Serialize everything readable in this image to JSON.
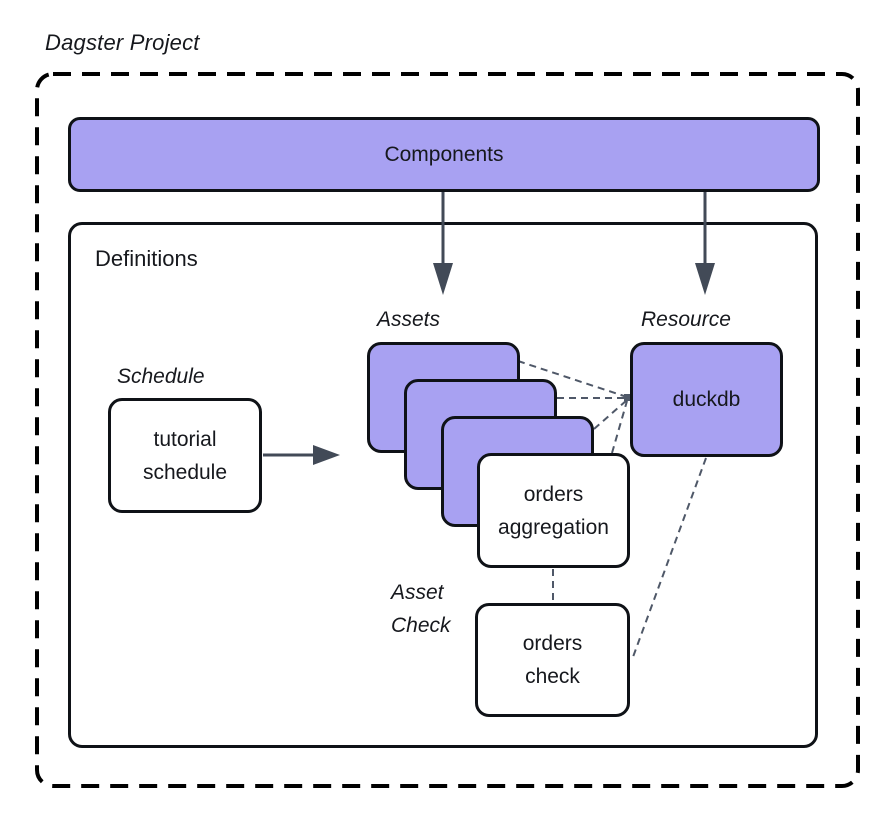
{
  "diagram": {
    "title": "Dagster Project",
    "components": {
      "label": "Components"
    },
    "definitions": {
      "label": "Definitions"
    },
    "labels": {
      "schedule": "Schedule",
      "assets": "Assets",
      "resource": "Resource",
      "asset_check": "Asset\nCheck"
    },
    "nodes": {
      "tutorial_schedule": "tutorial\nschedule",
      "orders_aggregation": "orders\naggregation",
      "duckdb": "duckdb",
      "orders_check": "orders\ncheck"
    },
    "colors": {
      "node_fill_purple": "#a8a1f2",
      "node_border": "#0f1217",
      "arrow": "#424a57",
      "connector": "#4f5868",
      "background": "#ffffff",
      "text": "#16181d"
    }
  }
}
